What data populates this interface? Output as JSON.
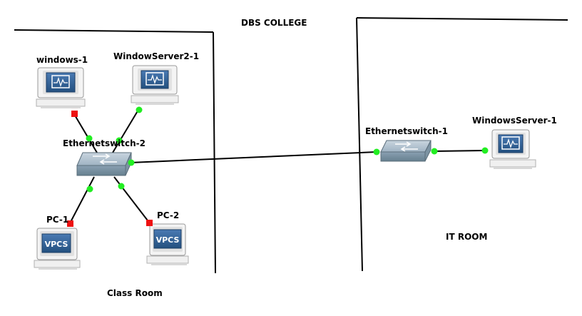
{
  "title": "DBS COLLEGE",
  "areas": {
    "class_room": "Class Room",
    "it_room": "IT ROOM"
  },
  "devices": {
    "windows_1": {
      "label": "windows-1",
      "icon": "computer-icon"
    },
    "windowserver2_1": {
      "label": "WindowServer2-1",
      "icon": "server-computer-icon"
    },
    "ethernetswitch_2": {
      "label": "Ethernetswitch-2",
      "icon": "ethernet-switch-icon"
    },
    "pc_1": {
      "label": "PC-1",
      "icon": "vpcs-icon",
      "screen_text": "VPCS"
    },
    "pc_2": {
      "label": "PC-2",
      "icon": "vpcs-icon",
      "screen_text": "VPCS"
    },
    "ethernetswitch_1": {
      "label": "Ethernetswitch-1",
      "icon": "ethernet-switch-icon"
    },
    "windowsserver_1": {
      "label": "WindowsServer-1",
      "icon": "server-computer-icon"
    }
  },
  "colors": {
    "link_up": "#22ee22",
    "link_down": "#ee1111",
    "screen_blue": "#2f5f9a",
    "monitor_bezel": "#f3f3f3",
    "switch_body": "#8fa6b8"
  }
}
